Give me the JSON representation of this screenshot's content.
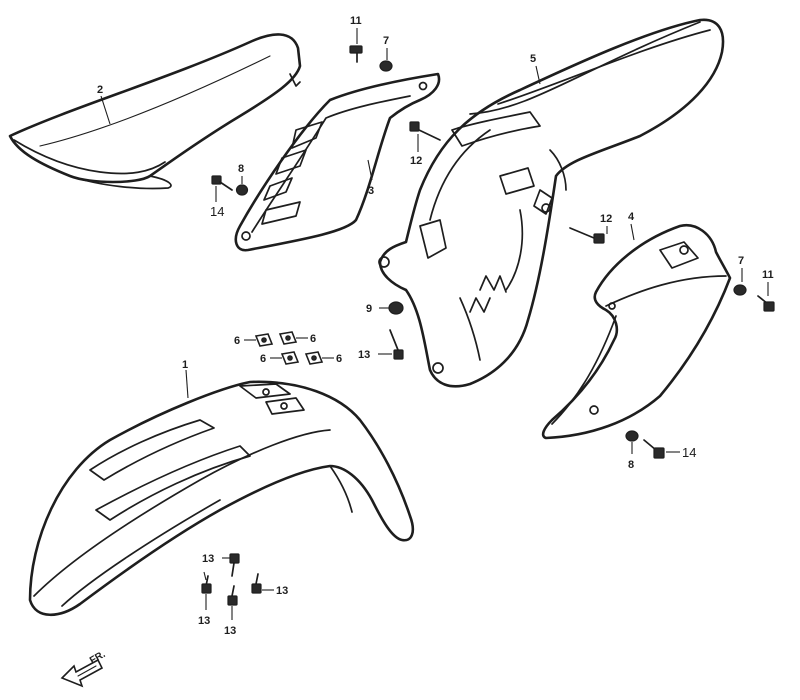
{
  "callouts": {
    "seat": "2",
    "side_cover_left": "3",
    "side_cover_right": "4",
    "rear_fender": "5",
    "front_fender": "1",
    "n6": "6",
    "n7": "7",
    "n8": "8",
    "n9": "9",
    "n11": "11",
    "n12": "12",
    "n13": "13",
    "n14": "14"
  },
  "direction_label": "FR.",
  "colors": {
    "line": "#1e1e1e",
    "background": "#ffffff"
  }
}
